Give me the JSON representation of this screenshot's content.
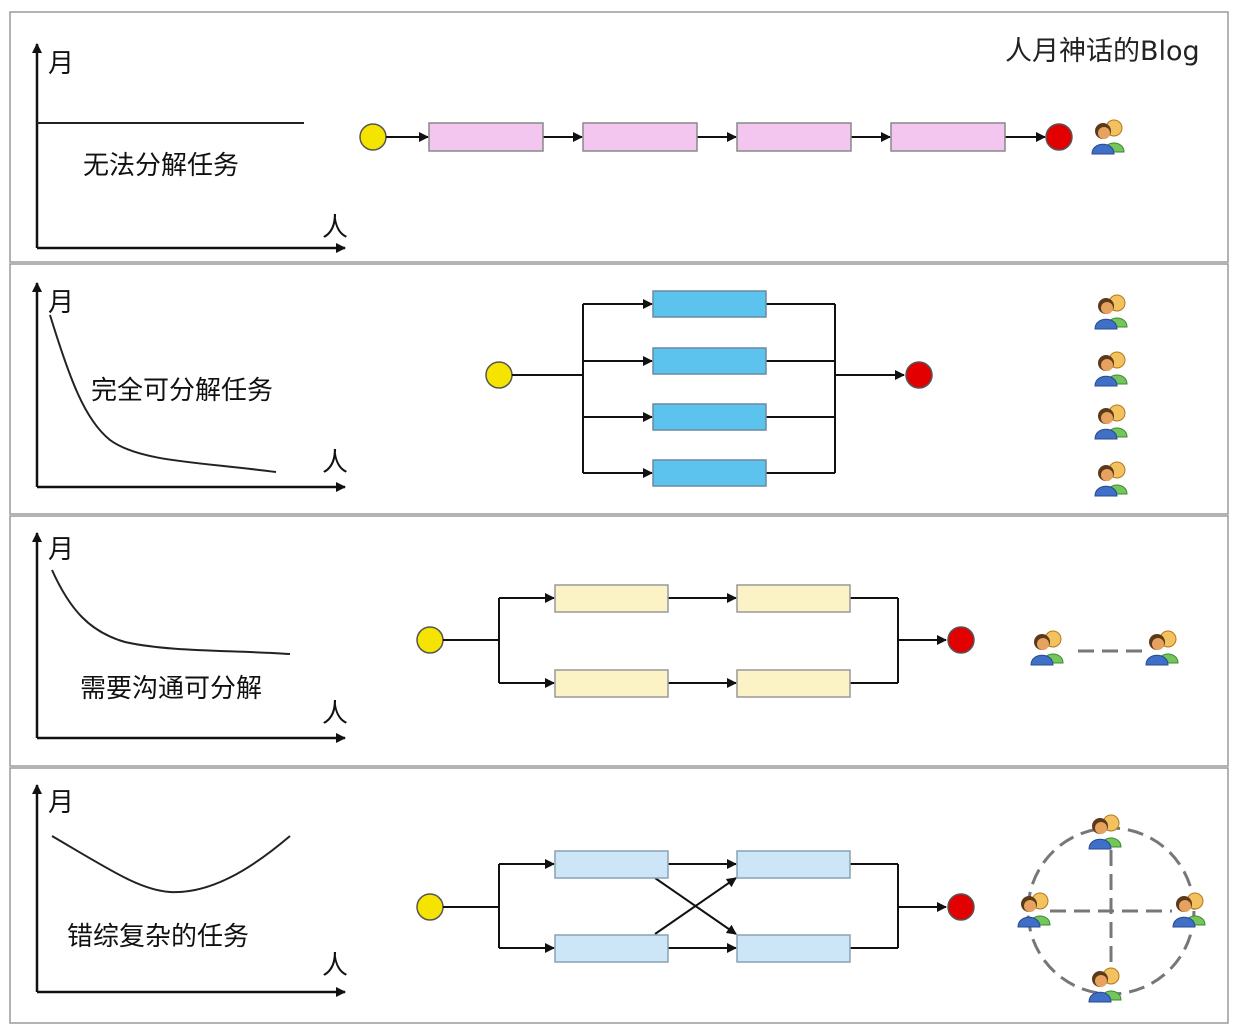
{
  "watermark": "人月神话的Blog",
  "axis": {
    "y_label": "月",
    "x_label": "人"
  },
  "panels": [
    {
      "label": "无法分解任务",
      "curve": "flat"
    },
    {
      "label": "完全可分解任务",
      "curve": "decay"
    },
    {
      "label": "需要沟通可分解",
      "curve": "decay"
    },
    {
      "label": "错综复杂的任务",
      "curve": "u-shape"
    }
  ],
  "colors": {
    "panel_border": "#9a9a9a",
    "start_node": "#f5e400",
    "end_node": "#e30000",
    "task_pink": "#f3c6f0",
    "task_blue": "#5cc3ee",
    "task_yellow": "#fbf2c6",
    "task_lightblue": "#cde6f7",
    "curve": "#222222",
    "arrow": "#111111",
    "link_dash": "#777777"
  },
  "icons": [
    "people-group-icon"
  ]
}
